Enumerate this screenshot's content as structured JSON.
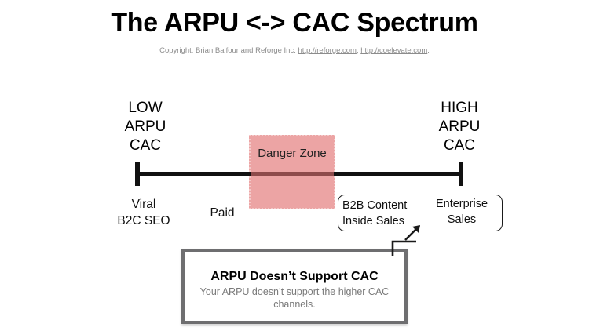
{
  "header": {
    "title": "The ARPU <-> CAC Spectrum",
    "copyright_prefix": "Copyright:  Brian Balfour and Reforge Inc. ",
    "copyright_link1": "http://reforge.com",
    "copyright_sep": ", ",
    "copyright_link2": "http://coelevate.com",
    "copyright_suffix": "."
  },
  "spectrum": {
    "left_end": {
      "line1": "LOW",
      "line2": "ARPU",
      "line3": "CAC"
    },
    "right_end": {
      "line1": "HIGH",
      "line2": "ARPU",
      "line3": "CAC"
    },
    "danger_zone_label": "Danger Zone",
    "channels": {
      "viral_line1": "Viral",
      "viral_line2": "B2C SEO",
      "paid": "Paid",
      "b2b_line1": "B2B Content",
      "b2b_line2": "Inside Sales",
      "enterprise_line1": "Enterprise",
      "enterprise_line2": "Sales"
    }
  },
  "callout": {
    "title": "ARPU Doesn’t Support CAC",
    "body": "Your ARPU doesn’t support the higher CAC channels."
  },
  "colors": {
    "danger_zone_fill": "#eca4a4",
    "danger_zone_border": "#f4c9c9",
    "axis": "#111111",
    "axis_shaded": "#8e4b4b",
    "callout_border": "#6e6e70",
    "muted_text": "#7a7a7a",
    "copyright_text": "#8c8c8c"
  }
}
